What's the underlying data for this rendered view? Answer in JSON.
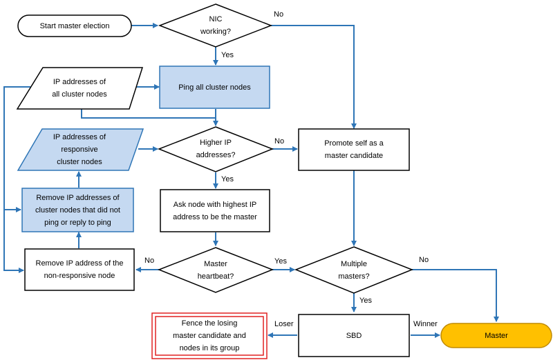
{
  "colors": {
    "line": "#2E75B6",
    "shape_border": "#000000",
    "blue_fill": "#C5D9F1",
    "blue_border": "#2E75B6",
    "terminal_fill": "#FFC000",
    "terminal_border": "#C08A00",
    "alert_border": "#E02020"
  },
  "nodes": {
    "start": "Start master election",
    "nic": "NIC\nworking?",
    "ip_all": "IP addresses of\nall cluster nodes",
    "ping_all": "Ping all cluster nodes",
    "ip_responsive": "IP addresses of\nresponsive\ncluster nodes",
    "higher_ip": "Higher IP\naddresses?",
    "promote": "Promote self as a\nmaster candidate",
    "remove_nonping": "Remove IP addresses of\ncluster nodes that did not\nping or reply to ping",
    "ask_highest": "Ask node with highest IP\naddress to be the master",
    "remove_nonresp": "Remove IP address of the\nnon-responsive node",
    "heartbeat": "Master\nheartbeat?",
    "multiple": "Multiple\nmasters?",
    "fence": "Fence the losing\nmaster candidate and\nnodes in its group",
    "sbd": "SBD",
    "master": "Master"
  },
  "edge_labels": {
    "nic_no": "No",
    "nic_yes": "Yes",
    "higher_no": "No",
    "higher_yes": "Yes",
    "heartbeat_no": "No",
    "heartbeat_yes": "Yes",
    "multiple_no": "No",
    "multiple_yes": "Yes",
    "sbd_loser": "Loser",
    "sbd_winner": "Winner"
  }
}
